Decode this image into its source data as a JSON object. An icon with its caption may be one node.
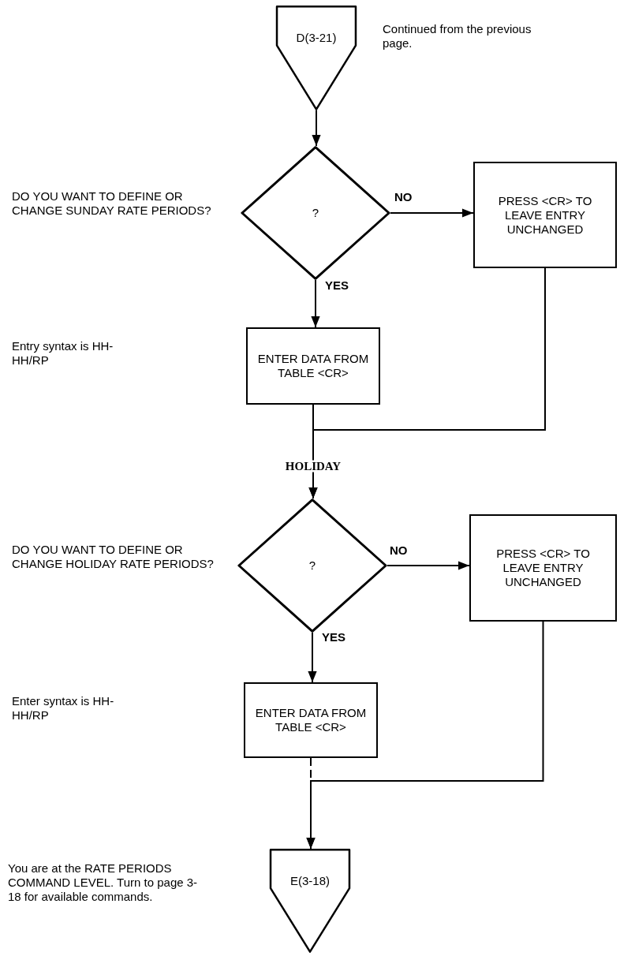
{
  "diagram": {
    "nodes": [
      {
        "text": [
          "D(3-21)"
        ],
        "beside": [
          "Continued from the previous page."
        ]
      },
      {
        "text": [
          "?"
        ],
        "beside": [
          "DO YOU WANT TO DEFINE OR CHANGE SUNDAY RATE PERIODS?"
        ]
      },
      {
        "text": [
          "PRESS <CR> TO LEAVE ENTRY UNCHANGED"
        ]
      },
      {
        "text": [
          "ENTER DATA FROM TABLE <CR>"
        ]
      },
      {
        "text": [
          "?"
        ],
        "beside": [
          "DO YOU WANT TO DEFINE OR CHANGE HOLIDAY RATE PERIODS?"
        ]
      },
      {
        "text": [
          "PRESS <CR> TO LEAVE ENTRY UNCHANGED"
        ]
      },
      {
        "text": [
          "ENTER DATA FROM TABLE <CR>"
        ]
      },
      {
        "text": [
          "E(3-18)"
        ]
      }
    ],
    "edges": [
      {
        "from": 0,
        "to": 1,
        "arrow": "to"
      },
      {
        "from": 1,
        "to": 2,
        "arrow": "to",
        "label": "NO"
      },
      {
        "from": 1,
        "to": 3,
        "arrow": "to",
        "label": "YES"
      },
      {
        "from": 3,
        "to": 4,
        "arrow": "to",
        "label": "HOLIDAY"
      },
      {
        "from": 2,
        "to": 4,
        "arrow": "to"
      },
      {
        "from": 4,
        "to": 5,
        "arrow": "to",
        "label": "NO"
      },
      {
        "from": 4,
        "to": 6,
        "arrow": "to",
        "label": "YES"
      },
      {
        "from": 6,
        "to": 7,
        "arrow": "to",
        "style": "dashed"
      },
      {
        "from": 5,
        "to": 7,
        "arrow": "to"
      }
    ],
    "labels": [
      "Entry syntax is HH-HH/RP",
      "Enter syntax is HH-HH/RP",
      "You are at the RATE PERIODS COMMAND LEVEL. Turn to page 3-18 for available commands."
    ]
  }
}
